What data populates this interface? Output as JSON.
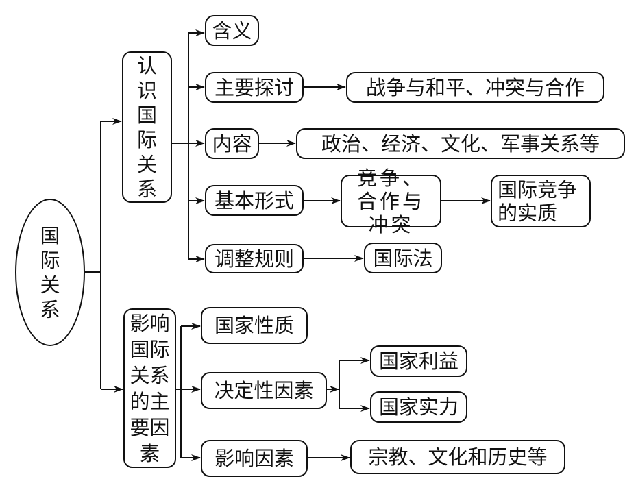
{
  "root": "国际关系",
  "branch1": {
    "title": "认识国际关系",
    "items": {
      "meaning": "含义",
      "topics": "主要探讨",
      "topics_detail": "战争与和平、冲突与合作",
      "content": "内容",
      "content_detail": "政治、经济、文化、军事关系等",
      "forms": "基本形式",
      "forms_detail": "竞争、合作与冲突",
      "forms_essence": "国际竞争的实质",
      "rules": "调整规则",
      "rules_detail": "国际法"
    }
  },
  "branch2": {
    "title": "影响国际关系的主要因素",
    "items": {
      "nature": "国家性质",
      "decisive": "决定性因素",
      "interest": "国家利益",
      "strength": "国家实力",
      "influence": "影响因素",
      "influence_detail": "宗教、文化和历史等"
    }
  }
}
